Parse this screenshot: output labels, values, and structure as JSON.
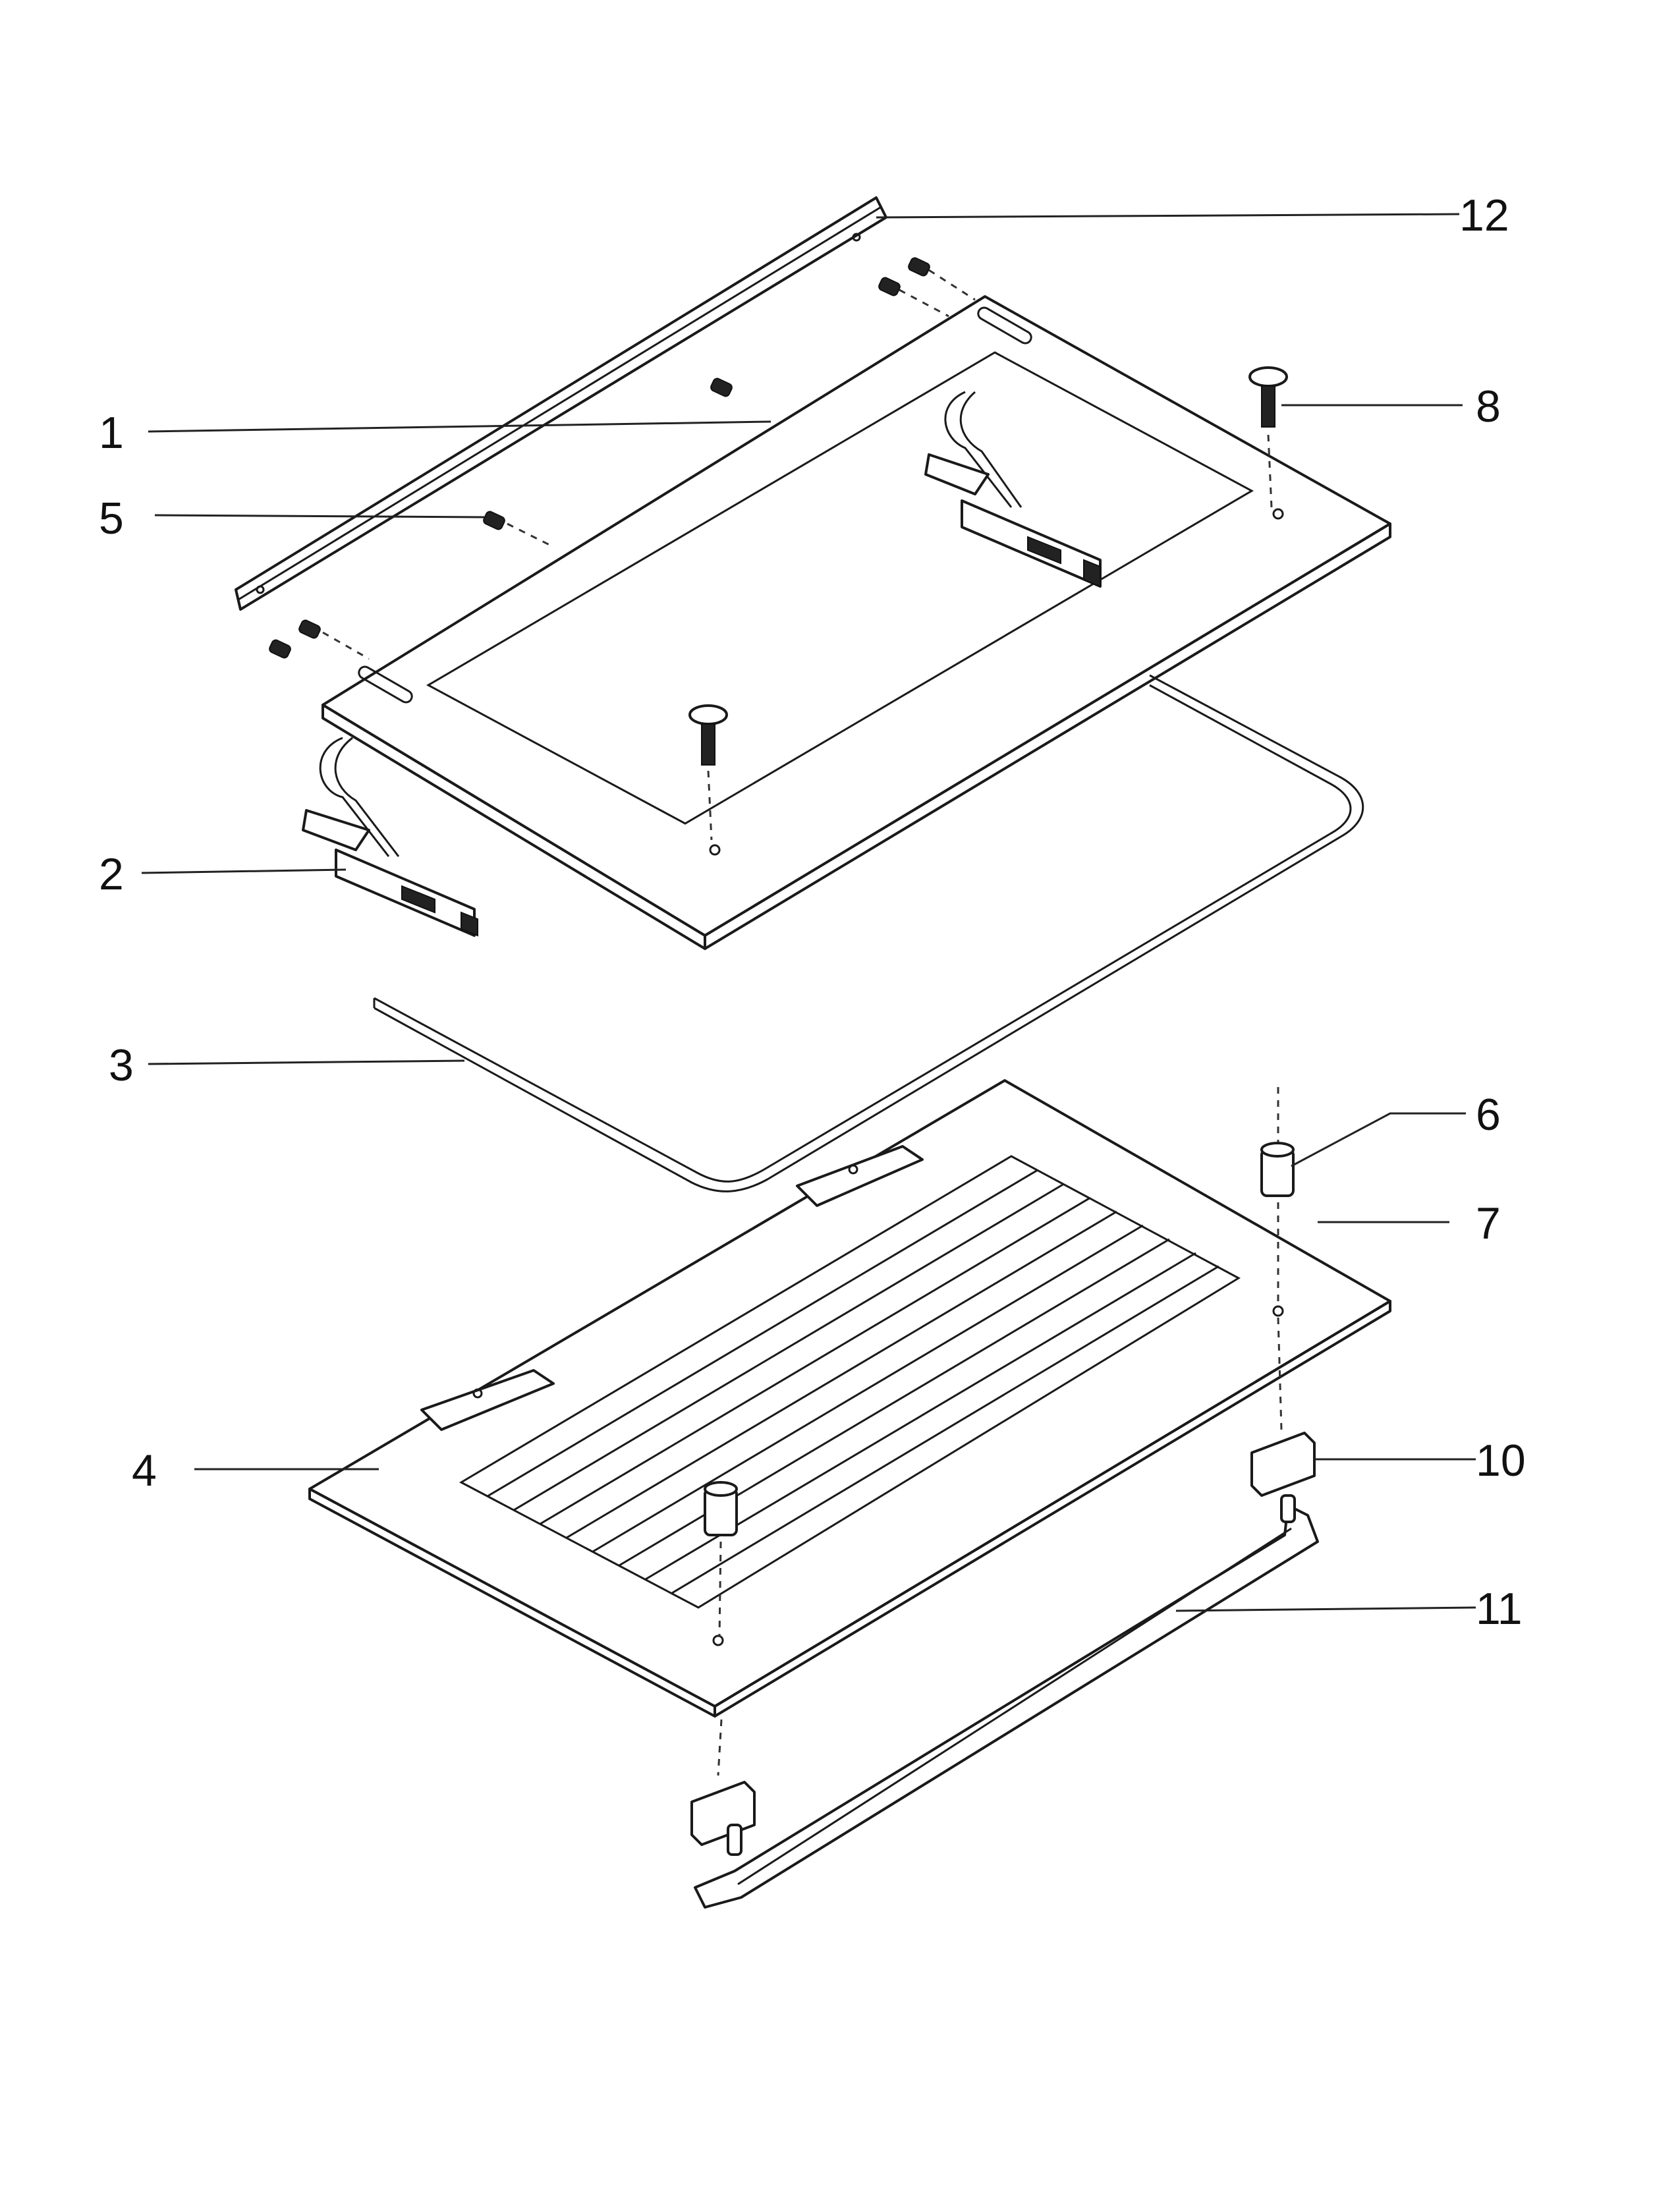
{
  "callouts": [
    {
      "id": "12",
      "label": "12"
    },
    {
      "id": "1",
      "label": "1"
    },
    {
      "id": "8",
      "label": "8"
    },
    {
      "id": "5",
      "label": "5"
    },
    {
      "id": "2",
      "label": "2"
    },
    {
      "id": "3",
      "label": "3"
    },
    {
      "id": "6",
      "label": "6"
    },
    {
      "id": "7",
      "label": "7"
    },
    {
      "id": "4",
      "label": "4"
    },
    {
      "id": "10",
      "label": "10"
    },
    {
      "id": "11",
      "label": "11"
    }
  ],
  "colors": {
    "ink": "#1a1a1a",
    "paper": "#ffffff"
  }
}
